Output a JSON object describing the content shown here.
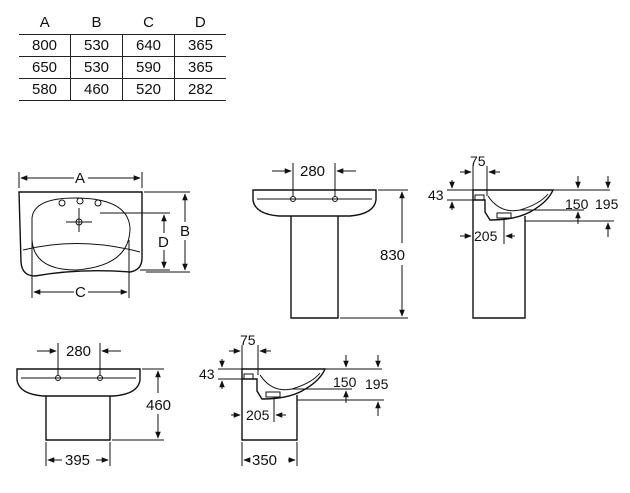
{
  "table": {
    "headers": [
      "A",
      "B",
      "C",
      "D"
    ],
    "rows": [
      [
        "800",
        "530",
        "640",
        "365"
      ],
      [
        "650",
        "530",
        "590",
        "365"
      ],
      [
        "580",
        "460",
        "520",
        "282"
      ]
    ]
  },
  "top_view": {
    "a": "A",
    "b": "B",
    "c": "C",
    "d": "D"
  },
  "pedestal_front": {
    "width": "280",
    "height": "830"
  },
  "pedestal_side": {
    "d75": "75",
    "d43": "43",
    "d150": "150",
    "d195": "195",
    "d205": "205"
  },
  "semi_front": {
    "width": "280",
    "height": "460",
    "base": "395"
  },
  "semi_side": {
    "d75": "75",
    "d43": "43",
    "d150": "150",
    "d195": "195",
    "d205": "205",
    "d350": "350"
  }
}
